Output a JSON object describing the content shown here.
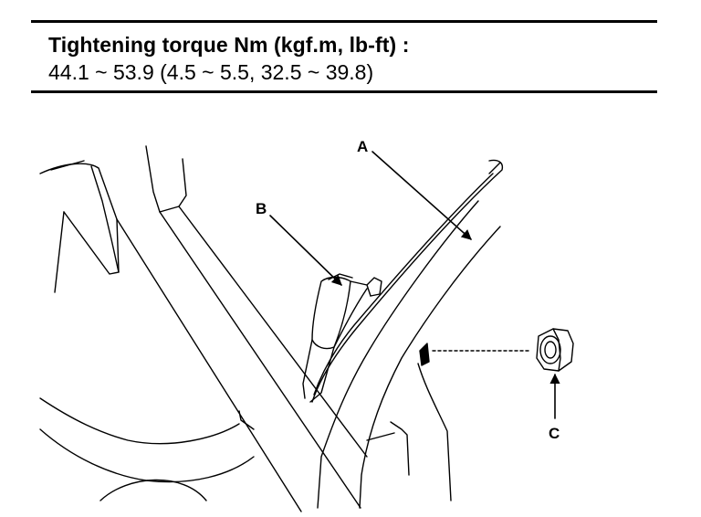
{
  "spec": {
    "title": "Tightening torque Nm (kgf.m, lb-ft) :",
    "value": "44.1 ~ 53.9 (4.5 ~ 5.5, 32.5 ~ 39.8)"
  },
  "callouts": {
    "a": "A",
    "b": "B",
    "c": "C"
  },
  "colors": {
    "line": "#000000",
    "background": "#ffffff"
  }
}
